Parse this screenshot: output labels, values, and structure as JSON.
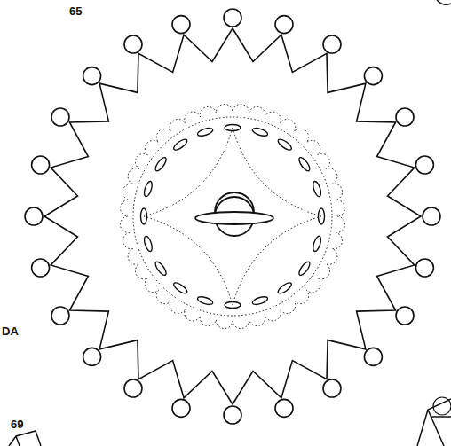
{
  "diagram": {
    "labels": [
      "65",
      "DA",
      "69"
    ]
  }
}
